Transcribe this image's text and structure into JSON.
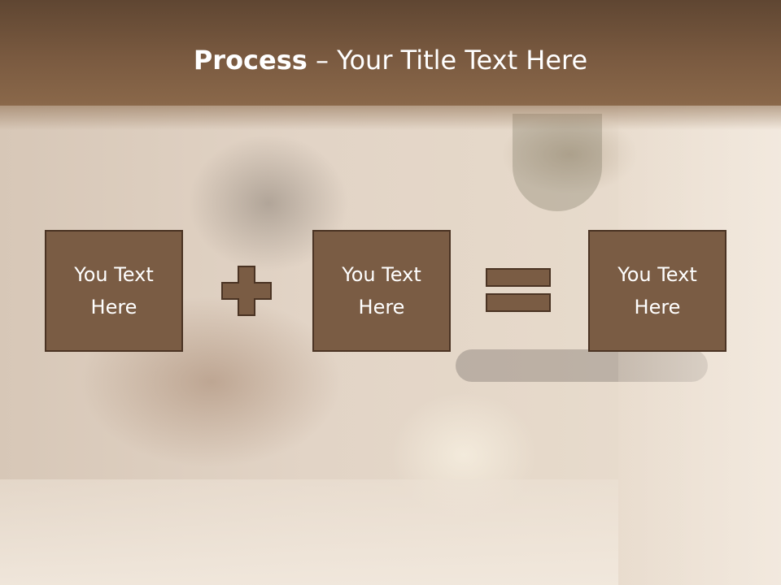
{
  "slide": {
    "title_bold": "Process",
    "title_rest": " – Your Title Text Here",
    "boxes": [
      {
        "text": "You Text\nHere"
      },
      {
        "text": "You Text\nHere"
      },
      {
        "text": "You Text\nHere"
      }
    ],
    "operators": [
      "plus-icon",
      "equals-icon"
    ]
  },
  "colors": {
    "header": "#7a5a40",
    "box_fill": "#7a5c44",
    "box_border": "#4a3323",
    "text": "#ffffff"
  }
}
